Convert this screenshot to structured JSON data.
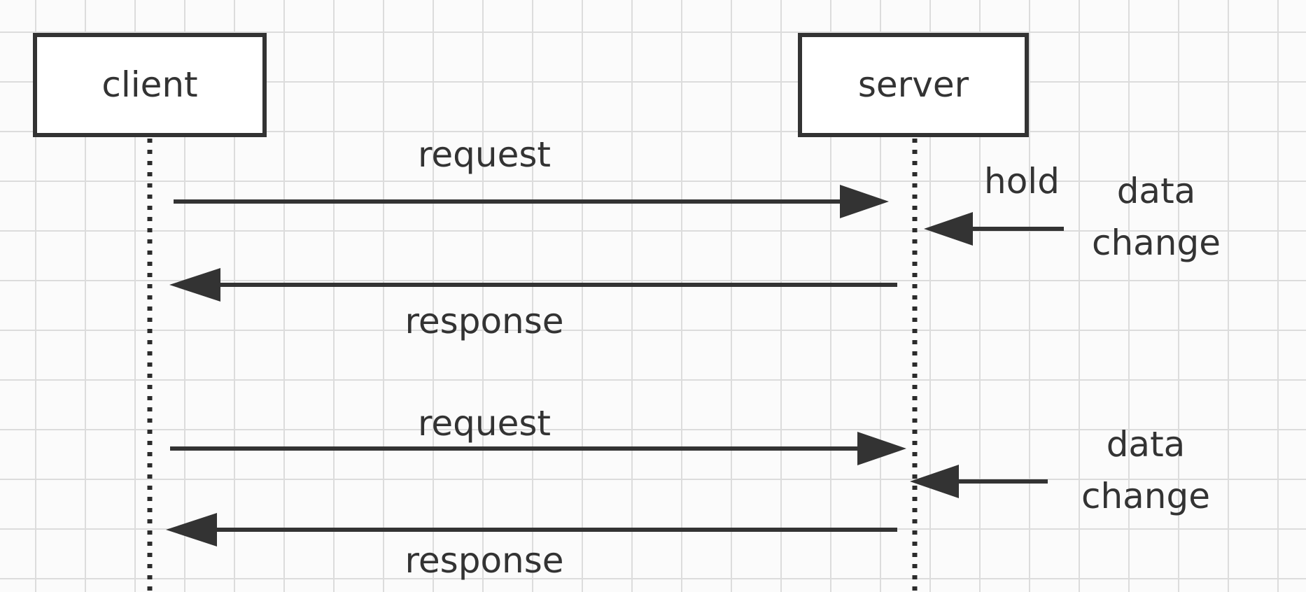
{
  "participants": {
    "client": "client",
    "server": "server"
  },
  "messages": {
    "request_1": "request",
    "response_1": "response",
    "request_2": "request",
    "response_2": "response"
  },
  "annotations": {
    "hold": "hold",
    "data_change_1_line1": "data",
    "data_change_1_line2": "change",
    "data_change_2_line1": "data",
    "data_change_2_line2": "change"
  },
  "colors": {
    "line": "#333333",
    "grid": "#dcdcdc",
    "background": "#fbfbfb"
  }
}
